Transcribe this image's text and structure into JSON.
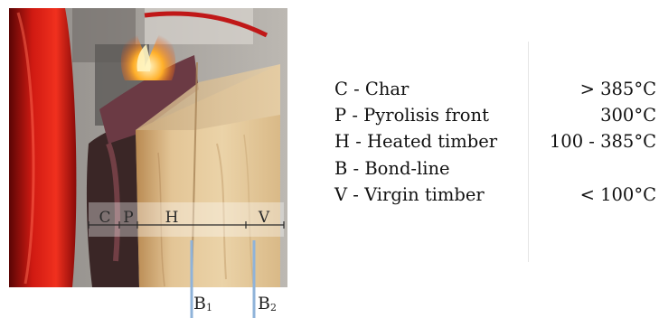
{
  "figure": {
    "zones": {
      "char": "C",
      "pyrolysis": "P",
      "heated": "H",
      "virgin": "V"
    },
    "bondlines": [
      {
        "letter": "B",
        "index": "1"
      },
      {
        "letter": "B",
        "index": "2"
      }
    ]
  },
  "legend": {
    "items": [
      {
        "label": "C - Char",
        "temperature": "> 385°C"
      },
      {
        "label": "P - Pyrolisis front",
        "temperature": "300°C"
      },
      {
        "label": "H - Heated timber",
        "temperature": "100 - 385°C"
      },
      {
        "label": "B - Bond-line",
        "temperature": ""
      },
      {
        "label": "V - Virgin timber",
        "temperature": "< 100°C"
      }
    ]
  }
}
